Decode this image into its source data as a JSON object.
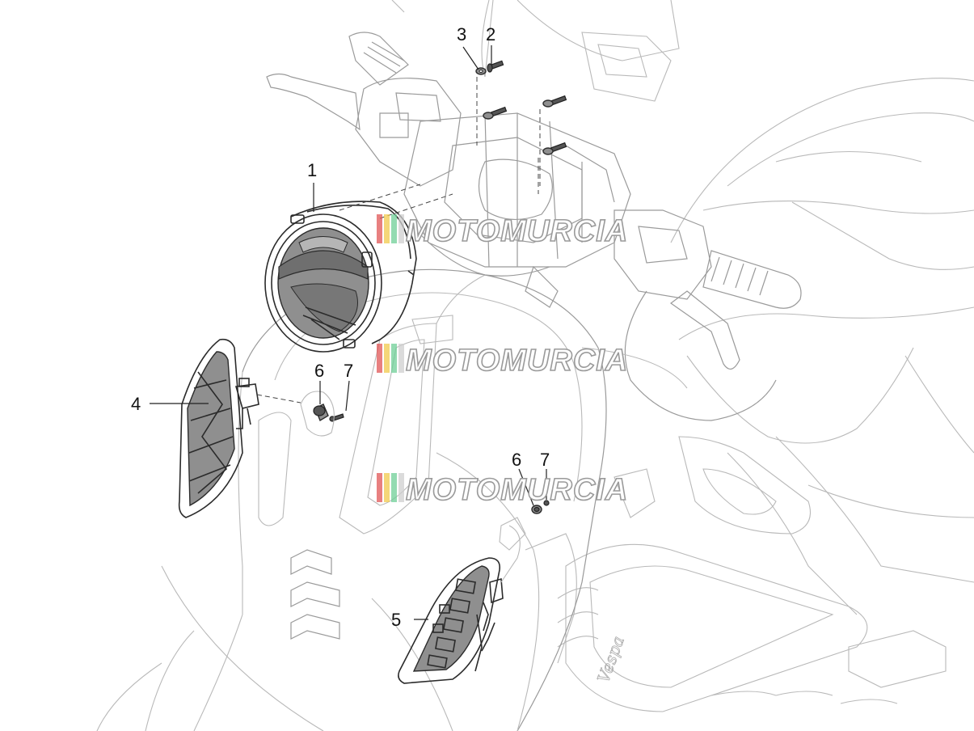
{
  "watermark": {
    "text": "MOTOMURCIA",
    "stripe_colors": [
      "#e05555",
      "#f2c94c",
      "#6fcf97",
      "#cfcfcf"
    ]
  },
  "callouts": [
    {
      "id": "c1",
      "label": "1"
    },
    {
      "id": "c2",
      "label": "2"
    },
    {
      "id": "c3",
      "label": "3"
    },
    {
      "id": "c4",
      "label": "4"
    },
    {
      "id": "c5",
      "label": "5"
    },
    {
      "id": "c6a",
      "label": "6"
    },
    {
      "id": "c7a",
      "label": "7"
    },
    {
      "id": "c6b",
      "label": "6"
    },
    {
      "id": "c7b",
      "label": "7"
    }
  ],
  "emblem_text": "Vespa"
}
